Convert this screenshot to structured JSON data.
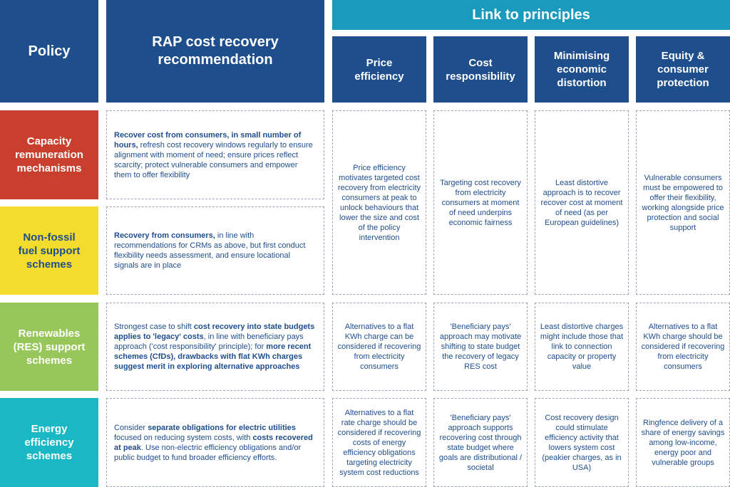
{
  "headers": {
    "policy": "Policy",
    "recommendation": "RAP cost recovery recommendation",
    "link": "Link to principles",
    "principles": [
      "Price efficiency",
      "Cost responsibility",
      "Minimising economic distortion",
      "Equity & consumer protection"
    ]
  },
  "rows": [
    {
      "policy": "Capacity remuneration mechanisms",
      "color": "#c8402d",
      "rec": [
        {
          "t": "Recover cost from consumers, in small number of hours,",
          "b": true
        },
        {
          "t": " refresh cost recovery windows regularly to ensure alignment with moment of need; ensure prices reflect scarcity; protect vulnerable consumers and empower them to offer flexibility",
          "b": false
        }
      ]
    },
    {
      "policy": "Non-fossil fuel support schemes",
      "color": "#f4dc2e",
      "rec": [
        {
          "t": "Recovery from consumers,",
          "b": true
        },
        {
          "t": " in line with recommendations for CRMs as above, but first conduct flexibility needs assessment, and ensure locational signals are in place",
          "b": false
        }
      ]
    },
    {
      "policy": "Renewables (RES) support schemes",
      "color": "#97c65a",
      "rec": [
        {
          "t": "Strongest case to shift ",
          "b": false
        },
        {
          "t": "cost recovery into state budgets applies to 'legacy' costs",
          "b": true
        },
        {
          "t": ", in line with beneficiary pays approach ('cost responsibility' principle); for ",
          "b": false
        },
        {
          "t": "more recent schemes (CfDs), drawbacks with flat KWh charges suggest merit in exploring alternative approaches",
          "b": true
        }
      ]
    },
    {
      "policy": "Energy efficiency schemes",
      "color": "#1ab8c4",
      "rec": [
        {
          "t": "Consider ",
          "b": false
        },
        {
          "t": "separate obligations for electric utilities",
          "b": true
        },
        {
          "t": " focused on reducing system costs, with ",
          "b": false
        },
        {
          "t": "costs recovered at peak",
          "b": true
        },
        {
          "t": ". Use non-electric efficiency obligations and/or public budget to fund broader efficiency efforts.",
          "b": false
        }
      ]
    }
  ],
  "principle_cells": {
    "top": [
      "Price efficiency motivates targeted cost recovery from electricity consumers at peak to unlock behaviours that lower the size and cost of the policy intervention",
      "Targeting cost recovery from electricity consumers at moment of need underpins economic fairness",
      "Least distortive approach is to recover recover cost at moment of need (as per European guidelines)",
      "Vulnerable consumers must be empowered to offer their flexibility, working alongside price protection and social support"
    ],
    "res": [
      "Alternatives to a flat KWh charge can be considered if recovering from electricity consumers",
      "'Beneficiary pays' approach may motivate shifting to state budget the recovery of legacy RES cost",
      "Least distortive charges might include those that link to connection capacity or property value",
      "Alternatives to a flat KWh charge should be considered if recovering from electricity consumers"
    ],
    "eff": [
      "Alternatives to a flat rate charge should be considered if recovering costs of energy efficiency obligations targeting electricity system cost reductions",
      "'Beneficiary pays' approach supports recovering cost through state budget where goals are distributional / societal",
      "Cost recovery design could stimulate efficiency activity that lowers system cost (peakier charges, as in USA)",
      "Ringfence delivery of a share of energy savings among low-income, energy poor and vulnerable groups"
    ]
  }
}
